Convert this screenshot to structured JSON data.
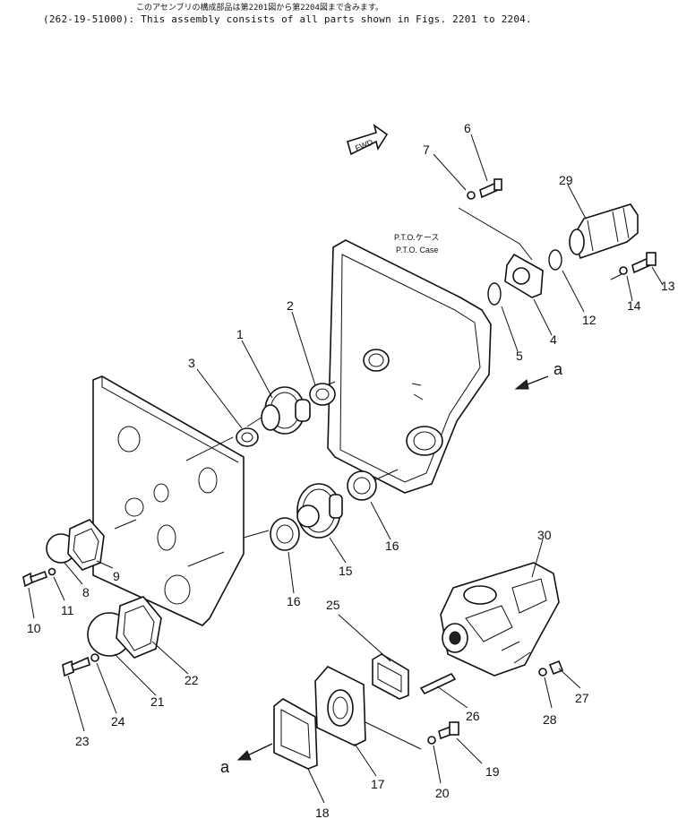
{
  "header": {
    "japanese_note": "このアセンブリの構成部品は第2201図から第2204図まで含みます。",
    "english_note": "(262-19-51000): This assembly consists of all parts shown in Figs. 2201 to 2204."
  },
  "case_label": {
    "japanese": "P.T.O.ケース",
    "english": "P.T.O. Case"
  },
  "fwd_label": "FWD",
  "view_marker": "a",
  "parts": [
    {
      "no": "1"
    },
    {
      "no": "2"
    },
    {
      "no": "3"
    },
    {
      "no": "4"
    },
    {
      "no": "5"
    },
    {
      "no": "6"
    },
    {
      "no": "7"
    },
    {
      "no": "8"
    },
    {
      "no": "9"
    },
    {
      "no": "10"
    },
    {
      "no": "11"
    },
    {
      "no": "12"
    },
    {
      "no": "13"
    },
    {
      "no": "14"
    },
    {
      "no": "15"
    },
    {
      "no": "16"
    },
    {
      "no": "16"
    },
    {
      "no": "17"
    },
    {
      "no": "18"
    },
    {
      "no": "19"
    },
    {
      "no": "20"
    },
    {
      "no": "21"
    },
    {
      "no": "22"
    },
    {
      "no": "23"
    },
    {
      "no": "24"
    },
    {
      "no": "25"
    },
    {
      "no": "26"
    },
    {
      "no": "27"
    },
    {
      "no": "28"
    },
    {
      "no": "29"
    },
    {
      "no": "30"
    }
  ]
}
